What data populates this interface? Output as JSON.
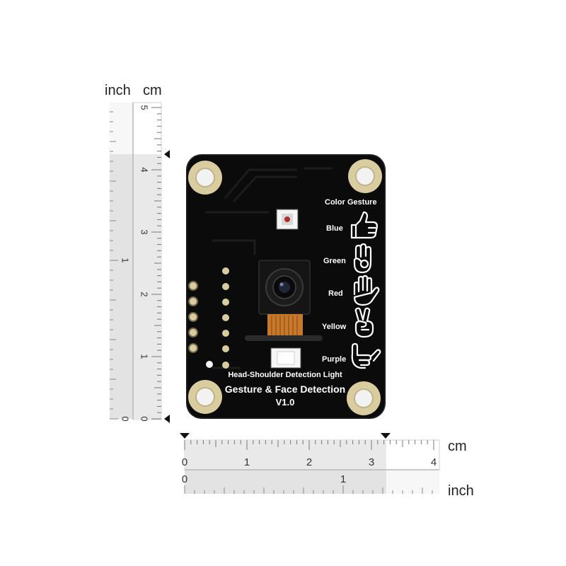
{
  "vertical_ruler": {
    "unit_inch": "inch",
    "unit_cm": "cm",
    "cm_ticks": [
      "0",
      "1",
      "2",
      "3",
      "4",
      "5"
    ],
    "inch_ticks": [
      "0",
      "1"
    ]
  },
  "horizontal_ruler": {
    "unit_cm": "cm",
    "unit_inch": "inch",
    "cm_ticks": [
      "0",
      "1",
      "2",
      "3",
      "4"
    ],
    "inch_ticks": [
      "0",
      "1"
    ]
  },
  "board": {
    "legend_header_color": "Color",
    "legend_header_gesture": "Gesture",
    "legend_rows": [
      {
        "color_name": "Blue",
        "gesture_icon": "thumbs-up-hand-icon"
      },
      {
        "color_name": "Green",
        "gesture_icon": "ok-sign-hand-icon"
      },
      {
        "color_name": "Red",
        "gesture_icon": "open-palm-hand-icon"
      },
      {
        "color_name": "Yellow",
        "gesture_icon": "peace-sign-hand-icon"
      },
      {
        "color_name": "Purple",
        "gesture_icon": "call-me-hand-icon"
      }
    ],
    "detection_light_label": "Head-Shoulder Detection Light",
    "title": "Gesture & Face Detection",
    "version": "V1.0",
    "colors": {
      "pcb": "#0b0b0b",
      "silkscreen": "#ffffff",
      "pad_gold": "#d9cda0",
      "flex_cable": "#c8782a"
    }
  }
}
